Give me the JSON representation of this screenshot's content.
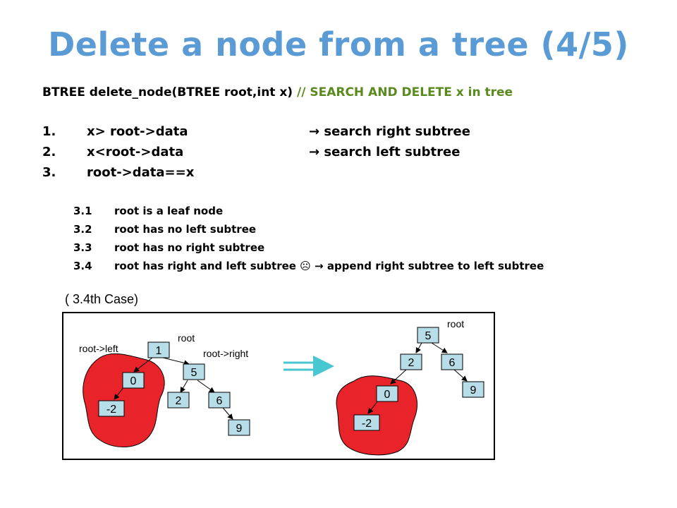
{
  "slide": {
    "title": "Delete a node from a tree (4/5)",
    "signature": {
      "code": "BTREE delete_node(BTREE root,int x)",
      "comment": "// SEARCH  AND DELETE x in tree"
    },
    "steps": [
      {
        "num": "1.",
        "cond": "x> root->data",
        "action": "→ search right subtree"
      },
      {
        "num": "2.",
        "cond": "x<root->data",
        "action": "→ search left subtree"
      },
      {
        "num": "3.",
        "cond": "root->data==x",
        "action": ""
      }
    ],
    "substeps": [
      {
        "num": "3.1",
        "text": "root is a leaf node"
      },
      {
        "num": "3.2",
        "text": "root has no left subtree"
      },
      {
        "num": "3.3",
        "text": "root has no right subtree"
      },
      {
        "num": "3.4",
        "text": "root has right and left subtree ☹  → append  right subtree to left subtree"
      }
    ],
    "case_label": "( 3.4th Case)",
    "colors": {
      "title": "#5b9bd5",
      "comment": "#5a8a1e",
      "blob": "#e8232a",
      "node": "#b7dde8",
      "arrow": "#48c7d0"
    }
  },
  "diagram": {
    "before": {
      "labels": {
        "root": "root",
        "left": "root->left",
        "right": "root->right"
      },
      "nodes": {
        "n1": "1",
        "n0": "0",
        "nm2": "-2",
        "n5": "5",
        "n2": "2",
        "n6": "6",
        "n9": "9"
      }
    },
    "after": {
      "labels": {
        "root": "root"
      },
      "nodes": {
        "n5": "5",
        "n2": "2",
        "n6": "6",
        "n9": "9",
        "n0": "0",
        "nm2": "-2"
      }
    }
  }
}
